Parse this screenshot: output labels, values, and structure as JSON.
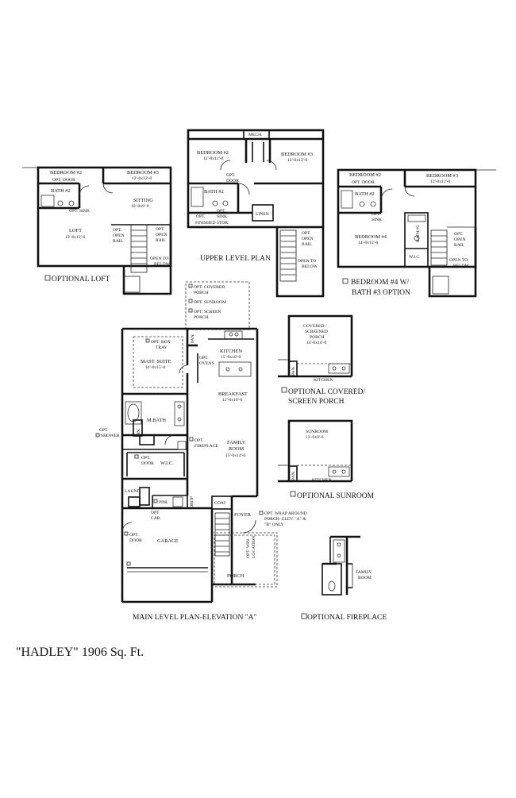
{
  "title": "\"HADLEY\" 1906 Sq. Ft.",
  "captions": {
    "optional_loft": "OPTIONAL LOFT",
    "upper_level": "UPPER LEVEL PLAN",
    "bed4_line1": "BEDROOM #4 W/",
    "bed4_line2": "BATH #3 OPTION",
    "covered_line1": "OPTIONAL COVERED/",
    "covered_line2": "SCREEN PORCH",
    "sunroom": "OPTIONAL SUNROOM",
    "main_level": "MAIN LEVEL PLAN-ELEVATION \"A\"",
    "fireplace": "OPTIONAL FIREPLACE"
  },
  "loft": {
    "bedroom2": "BEDROOM #2",
    "opt_door": "OPT. DOOR",
    "bedroom3": "BEDROOM #3",
    "bedroom3_dim": "12'-0x12'-0",
    "bath2": "BATH #2",
    "opt_sink": "OPT. SINK",
    "sitting": "SITTING",
    "sitting_dim": "10'-0x9'-0",
    "loft": "LOFT",
    "loft_dim": "19'-6x12'-6",
    "opt1": "OPT.",
    "open1": "OPEN",
    "rail1": "RAIL",
    "opt2": "OPT.",
    "open2": "OPEN",
    "rail2": "RAIL",
    "open_to": "OPEN TO",
    "below": "BELOW"
  },
  "upper": {
    "mech": "MECH.",
    "bedroom2": "BEDROOM #2",
    "bedroom2_dim": "12'-0x12'-0",
    "bedroom3": "BEDROOM #3",
    "bedroom3_dim": "12'-0x12'-0",
    "opt_door_a": "OPT.",
    "opt_door_b": "DOOR",
    "bath2": "BATH #2",
    "opt_sink_a": "OPT.",
    "opt_sink_b": "SINK",
    "opt_fs": "OPT.",
    "finished_stor": "FINISHED STOR.",
    "linen": "LINEN",
    "opt": "OPT.",
    "open": "OPEN",
    "rail": "RAIL",
    "open_to": "OPEN TO",
    "below": "BELOW"
  },
  "bed4": {
    "bedroom2": "BEDROOM #2",
    "opt_door": "OPT. DOOR",
    "bedroom3": "BEDROOM #3",
    "bedroom3_dim": "12'-0x12'-0",
    "bath2": "BATH #2",
    "opt": "OPT.",
    "sink": "SINK",
    "bedroom4": "BEDROOM #4",
    "bedroom4_dim": "14'-0x12'-0",
    "bath3": "BATH #3",
    "wic": "W.I.C.",
    "opt_r": "OPT.",
    "open_r": "OPEN",
    "rail_r": "RAIL",
    "open_to": "OPEN TO",
    "below": "BELOW"
  },
  "main": {
    "opt_covered": "OPT. COVERED",
    "porch_a": "PORCH",
    "opt_sunroom": "OPT. SUNROOM",
    "opt_screen": "OPT. SCREEN",
    "porch_b": "PORCH",
    "pan": "PAN.",
    "kitchen": "KITCHEN",
    "kitchen_dim": "15'-0x10'-0",
    "opt_ovens_a": "OPT.",
    "opt_ovens_b": "OVENS",
    "opt_box": "OPT. BOX",
    "tray": "TRAY",
    "mast_suite": "MAST. SUITE",
    "mast_dim": "14'-0x15'-0",
    "breakfast": "BREAKFAST",
    "breakfast_dim": "12'-0x10'-0",
    "mbath": "M.BATH",
    "lin": "LIN.",
    "opt_shower_a": "OPT.",
    "opt_shower_b": "SHOWER",
    "opt_fp_a": "OPT.",
    "opt_fp_b": "FIREPLACE",
    "family": "FAMILY",
    "room": "ROOM",
    "family_dim": "15'-0x14'-6",
    "opt_door_a": "OPT.",
    "opt_door_b": "DOOR",
    "wic": "W.I.C.",
    "laund": "LAUND.",
    "pdr": "PDR.",
    "drop": "DROP",
    "coat": "COAT",
    "opt_cab_a": "OPT.",
    "opt_cab_b": "CAB.",
    "foyer": "FOYER",
    "opt_gd_a": "OPT.",
    "opt_gd_b": "DOOR",
    "garage": "GARAGE",
    "opt_win_a": "OPT. WIN.",
    "opt_win_b": "LOCATION",
    "porch": "PORCH",
    "wrap_a": "OPT. WRAP AROUND",
    "wrap_b": "PORCH- ELEV. \"A\" &",
    "wrap_c": "\"B\" ONLY"
  },
  "covered": {
    "l1": "COVERED /",
    "l2": "SCREENED",
    "l3": "PORCH",
    "dim": "14'-0x10'-0",
    "pan": "PAN.",
    "kitchen": "KITCHEN"
  },
  "sunroom": {
    "name": "SUNROOM",
    "dim": "13'-6x9'-6",
    "pan": "PAN.",
    "kitchen": "KITCHEN"
  },
  "fireplace": {
    "family": "FAMILY",
    "room": "ROOM"
  }
}
